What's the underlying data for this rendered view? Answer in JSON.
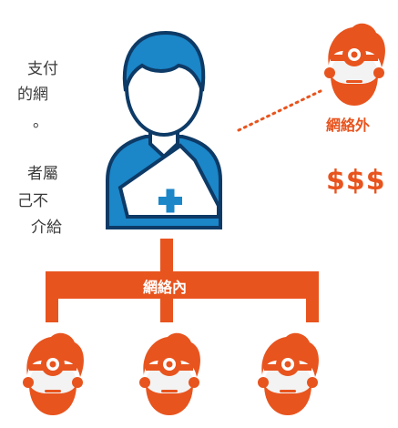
{
  "left_text": {
    "para1": [
      "支付",
      "的網",
      "。"
    ],
    "para2": [
      "者屬",
      "己不",
      "介給"
    ]
  },
  "labels": {
    "out_of_network": "網絡外",
    "in_network": "網絡內",
    "cost": "$$$"
  },
  "colors": {
    "orange": "#e8541e",
    "blue": "#1b86c8",
    "dark_blue": "#0d3a66",
    "text": "#3a3a3a"
  }
}
